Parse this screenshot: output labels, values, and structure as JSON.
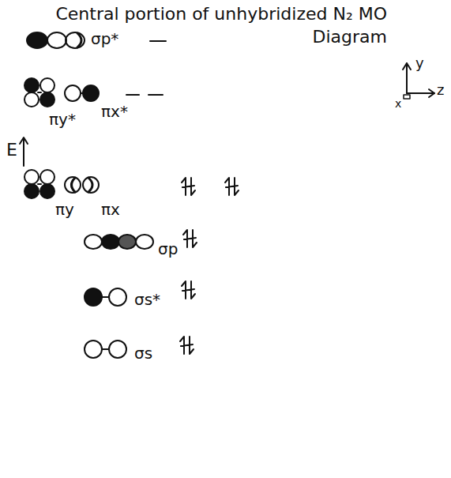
{
  "diagram": {
    "title": "Central portion of unhybridized N₂ MO Diagram",
    "labels": [
      "σp*",
      "πy*",
      "πx*",
      "E",
      "πy",
      "πx",
      "σp",
      "σs*",
      "σs",
      "y",
      "z",
      "x"
    ]
  }
}
